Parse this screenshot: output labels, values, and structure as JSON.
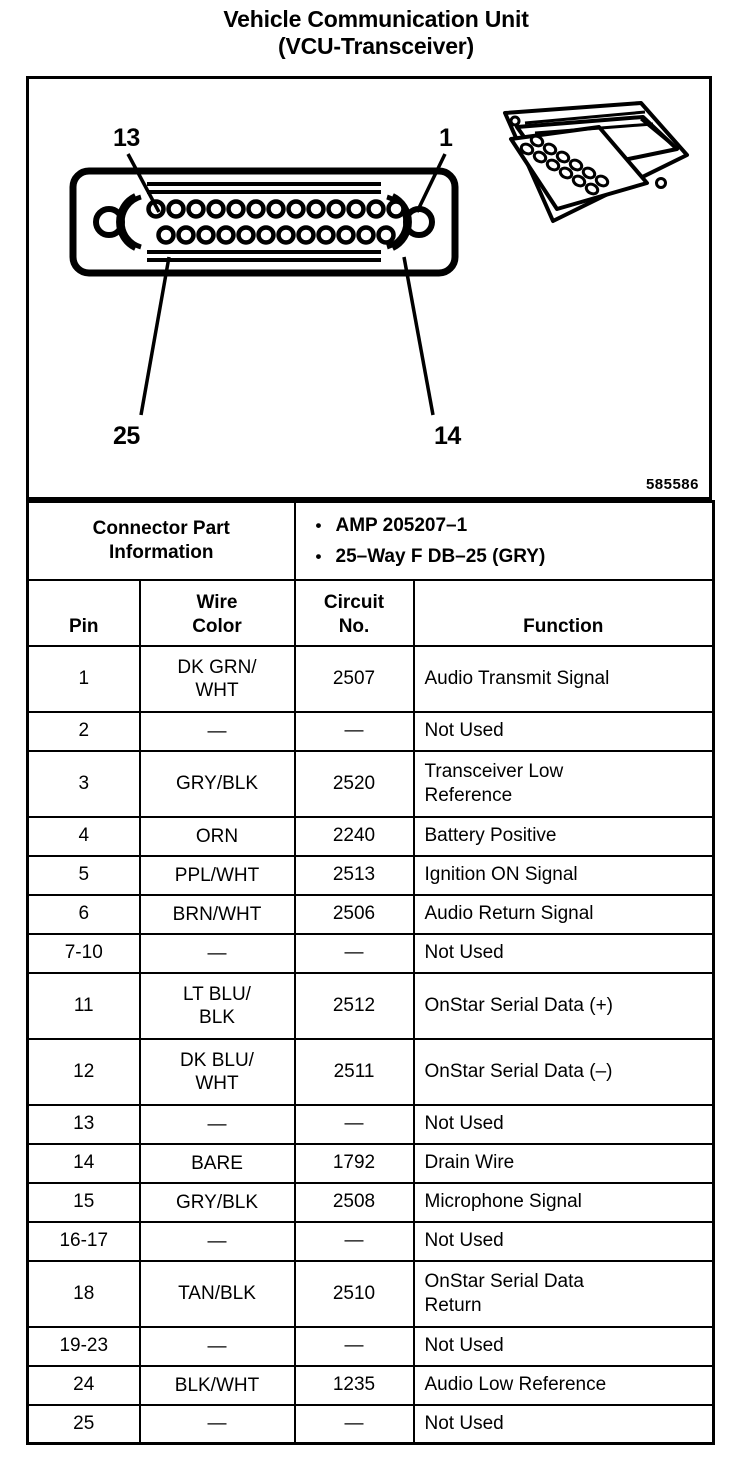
{
  "title": {
    "line1": "Vehicle Communication Unit",
    "line2": "(VCU-Transceiver)"
  },
  "figure": {
    "id": "585586",
    "callouts": {
      "top_left": "13",
      "top_right": "1",
      "bottom_left": "25",
      "bottom_right": "14"
    },
    "connector_front_view": "db25-female-front-view",
    "connector_iso_view": "db25-connector-isometric-view",
    "pin_rows": {
      "top_count": 13,
      "bottom_count": 12
    }
  },
  "connector_part_information": {
    "label_line1": "Connector Part",
    "label_line2": "Information",
    "bullets": [
      "AMP 205207–1",
      "25–Way F DB–25  (GRY)"
    ]
  },
  "table": {
    "headers": {
      "pin": "Pin",
      "wire_color_line1": "Wire",
      "wire_color_line2": "Color",
      "circuit_no_line1": "Circuit",
      "circuit_no_line2": "No.",
      "function": "Function"
    },
    "rows": [
      {
        "pin": "1",
        "wire_color": "DK GRN/\nWHT",
        "circuit_no": "2507",
        "function": "Audio Transmit Signal",
        "lines": 2
      },
      {
        "pin": "2",
        "wire_color": "—",
        "circuit_no": "—",
        "function": "Not Used",
        "lines": 1
      },
      {
        "pin": "3",
        "wire_color": "GRY/BLK",
        "circuit_no": "2520",
        "function": "Transceiver Low\nReference",
        "lines": 2
      },
      {
        "pin": "4",
        "wire_color": "ORN",
        "circuit_no": "2240",
        "function": "Battery Positive",
        "lines": 1
      },
      {
        "pin": "5",
        "wire_color": "PPL/WHT",
        "circuit_no": "2513",
        "function": "Ignition ON Signal",
        "lines": 1
      },
      {
        "pin": "6",
        "wire_color": "BRN/WHT",
        "circuit_no": "2506",
        "function": "Audio Return Signal",
        "lines": 1
      },
      {
        "pin": "7-10",
        "wire_color": "—",
        "circuit_no": "—",
        "function": "Not Used",
        "lines": 1
      },
      {
        "pin": "11",
        "wire_color": "LT BLU/\nBLK",
        "circuit_no": "2512",
        "function": "OnStar Serial Data (+)",
        "lines": 2
      },
      {
        "pin": "12",
        "wire_color": "DK BLU/\nWHT",
        "circuit_no": "2511",
        "function": "OnStar Serial Data (–)",
        "lines": 2
      },
      {
        "pin": "13",
        "wire_color": "—",
        "circuit_no": "—",
        "function": "Not Used",
        "lines": 1
      },
      {
        "pin": "14",
        "wire_color": "BARE",
        "circuit_no": "1792",
        "function": "Drain Wire",
        "lines": 1
      },
      {
        "pin": "15",
        "wire_color": "GRY/BLK",
        "circuit_no": "2508",
        "function": "Microphone Signal",
        "lines": 1
      },
      {
        "pin": "16-17",
        "wire_color": "—",
        "circuit_no": "—",
        "function": "Not Used",
        "lines": 1
      },
      {
        "pin": "18",
        "wire_color": "TAN/BLK",
        "circuit_no": "2510",
        "function": "OnStar Serial Data\nReturn",
        "lines": 2
      },
      {
        "pin": "19-23",
        "wire_color": "—",
        "circuit_no": "—",
        "function": "Not Used",
        "lines": 1
      },
      {
        "pin": "24",
        "wire_color": "BLK/WHT",
        "circuit_no": "1235",
        "function": "Audio Low Reference",
        "lines": 1
      },
      {
        "pin": "25",
        "wire_color": "—",
        "circuit_no": "—",
        "function": "Not Used",
        "lines": 1
      }
    ]
  },
  "colors": {
    "ink": "#000000",
    "paper": "#ffffff"
  }
}
